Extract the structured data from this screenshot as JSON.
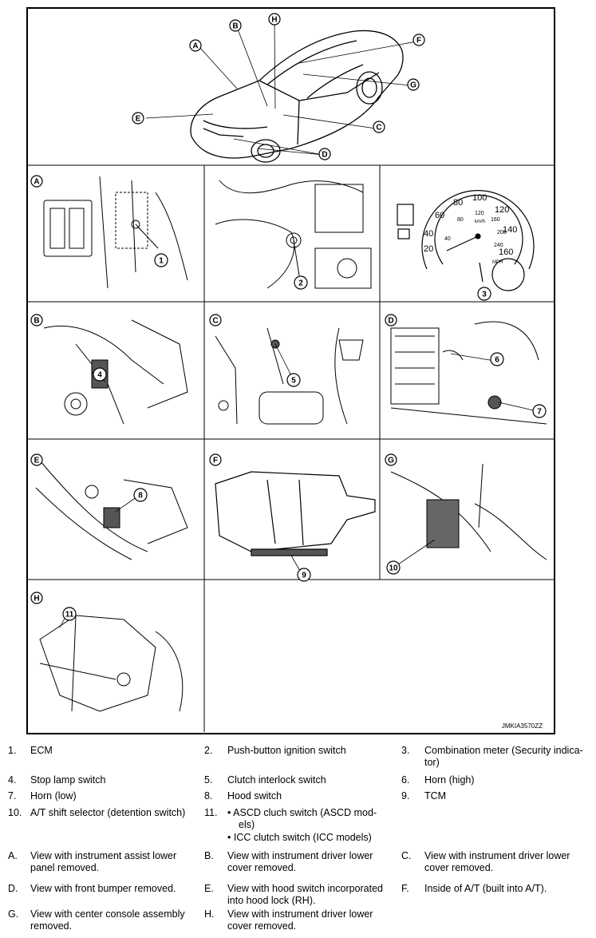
{
  "figure_code": "JMKIA3570ZZ",
  "overview_callouts": [
    "A",
    "B",
    "H",
    "F",
    "G",
    "C",
    "D",
    "E"
  ],
  "panel_labels": [
    "A",
    "B",
    "C",
    "D",
    "E",
    "F",
    "G",
    "H"
  ],
  "part_callouts": [
    "1",
    "2",
    "3",
    "4",
    "5",
    "6",
    "7",
    "8",
    "9",
    "10",
    "11"
  ],
  "speedometer": {
    "ticks": [
      "20",
      "40",
      "60",
      "80",
      "100",
      "120",
      "140",
      "160"
    ],
    "inner_ticks": [
      "40",
      "80",
      "120",
      "160",
      "200",
      "240"
    ],
    "unit_kmh": "km/h",
    "unit_mph": "MPH"
  },
  "legend_numbered": [
    {
      "num": "1.",
      "text": "ECM"
    },
    {
      "num": "2.",
      "text": "Push-button ignition switch"
    },
    {
      "num": "3.",
      "text": "Combination meter (Security indica-",
      "text2": "tor)"
    },
    {
      "num": "4.",
      "text": "Stop lamp switch"
    },
    {
      "num": "5.",
      "text": "Clutch interlock switch"
    },
    {
      "num": "6.",
      "text": "Horn (high)"
    },
    {
      "num": "7.",
      "text": "Horn (low)"
    },
    {
      "num": "8.",
      "text": "Hood switch"
    },
    {
      "num": "9.",
      "text": "TCM"
    },
    {
      "num": "10.",
      "text": "A/T shift selector (detention switch)"
    },
    {
      "num": "11.",
      "bullets": [
        "ASCD cluch switch (ASCD mod-",
        "els)",
        "ICC clutch switch (ICC models)"
      ]
    }
  ],
  "legend_lettered": [
    {
      "num": "A.",
      "text": "View with instrument assist lower",
      "text2": "panel removed."
    },
    {
      "num": "B.",
      "text": "View with instrument driver lower",
      "text2": "cover removed."
    },
    {
      "num": "C.",
      "text": "View with instrument driver lower",
      "text2": "cover removed."
    },
    {
      "num": "D.",
      "text": "View with front bumper removed."
    },
    {
      "num": "E.",
      "text": "View with hood switch incorporated",
      "text2": "into hood lock (RH)."
    },
    {
      "num": "F.",
      "text": "Inside of A/T (built into A/T)."
    },
    {
      "num": "G.",
      "text": "View with center console assembly",
      "text2": "removed."
    },
    {
      "num": "H.",
      "text": "View with instrument driver lower",
      "text2": "cover removed."
    }
  ]
}
